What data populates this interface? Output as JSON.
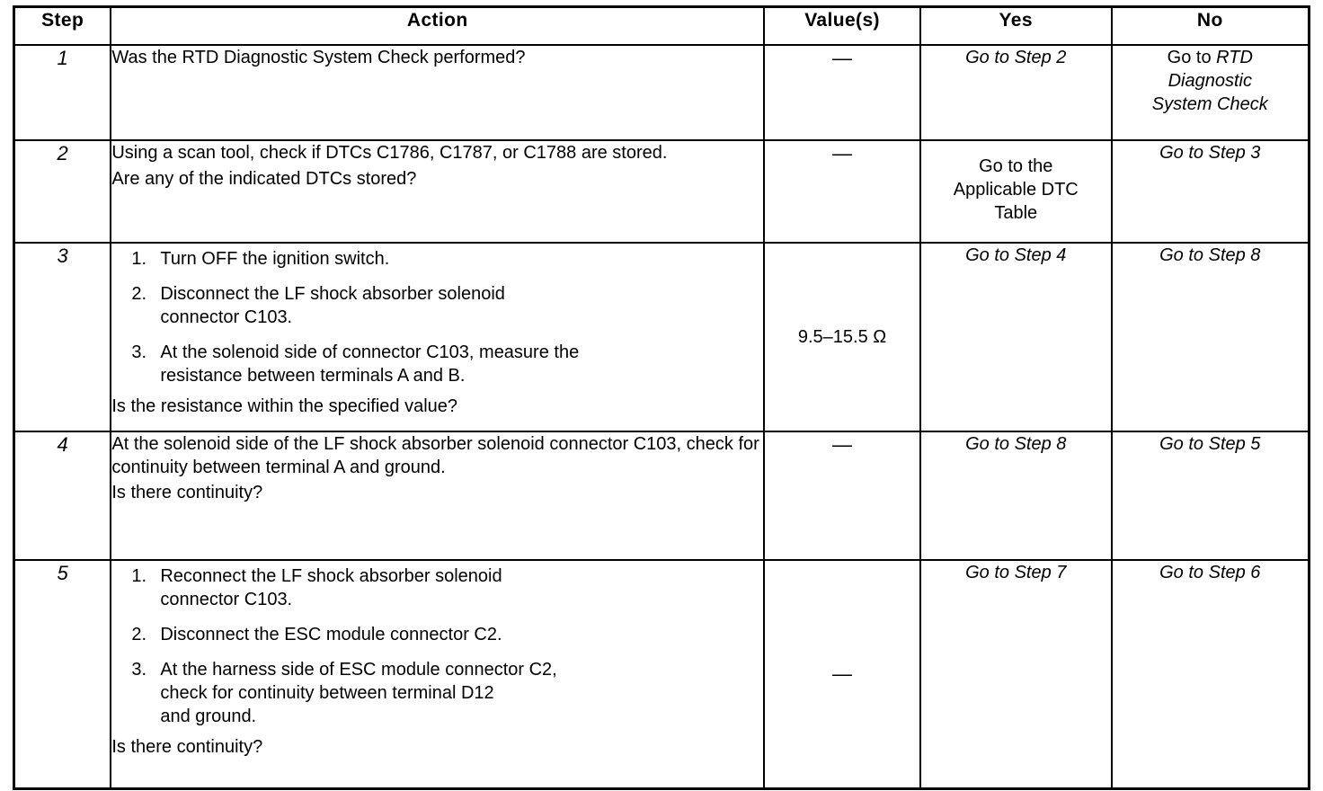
{
  "table": {
    "headers": [
      "Step",
      "Action",
      "Value(s)",
      "Yes",
      "No"
    ],
    "rows": [
      {
        "step": "1",
        "action": {
          "intro": "Was the RTD Diagnostic System Check performed?",
          "list": [],
          "question": ""
        },
        "value": "—",
        "yes": "Go to Step 2",
        "no_prefix": "Go to ",
        "no_italic_l1": "RTD",
        "no_italic_l2": "Diagnostic",
        "no_italic_l3": "System Check"
      },
      {
        "step": "2",
        "action": {
          "intro": "Using a scan tool, check if DTCs C1786, C1787, or C1788 are stored.",
          "list": [],
          "question": "Are any of the indicated DTCs stored?"
        },
        "value": "—",
        "yes_l1": "Go to the",
        "yes_l2": "Applicable DTC",
        "yes_l3": "Table",
        "no": "Go to Step 3"
      },
      {
        "step": "3",
        "action": {
          "intro": "",
          "list": [
            {
              "main": "Turn OFF the ignition switch.",
              "cont": ""
            },
            {
              "main": "Disconnect the LF shock absorber solenoid",
              "cont": "connector C103."
            },
            {
              "main": "At the solenoid side of connector C103, measure the",
              "cont": "resistance between terminals A and B."
            }
          ],
          "question": "Is the resistance within the specified value?"
        },
        "value": "9.5–15.5 Ω",
        "yes": "Go to Step 4",
        "no": "Go to Step 8"
      },
      {
        "step": "4",
        "action": {
          "intro": "At the solenoid side of the LF shock absorber solenoid connector C103, check for continuity between terminal A and ground.",
          "list": [],
          "question": "Is there continuity?"
        },
        "value": "—",
        "yes": "Go to Step 8",
        "no": "Go to Step 5"
      },
      {
        "step": "5",
        "action": {
          "intro": "",
          "list": [
            {
              "main": "Reconnect the LF shock absorber solenoid",
              "cont": "connector C103."
            },
            {
              "main": "Disconnect the ESC module connector C2.",
              "cont": ""
            },
            {
              "main": "At the harness side of ESC module connector C2,",
              "cont": "check for continuity between terminal D12",
              "cont2": "and ground."
            }
          ],
          "question": "Is there continuity?"
        },
        "value": "—",
        "yes": "Go to Step 7",
        "no": "Go to Step 6"
      }
    ]
  },
  "colors": {
    "ink": "#000000",
    "paper": "#ffffff"
  }
}
